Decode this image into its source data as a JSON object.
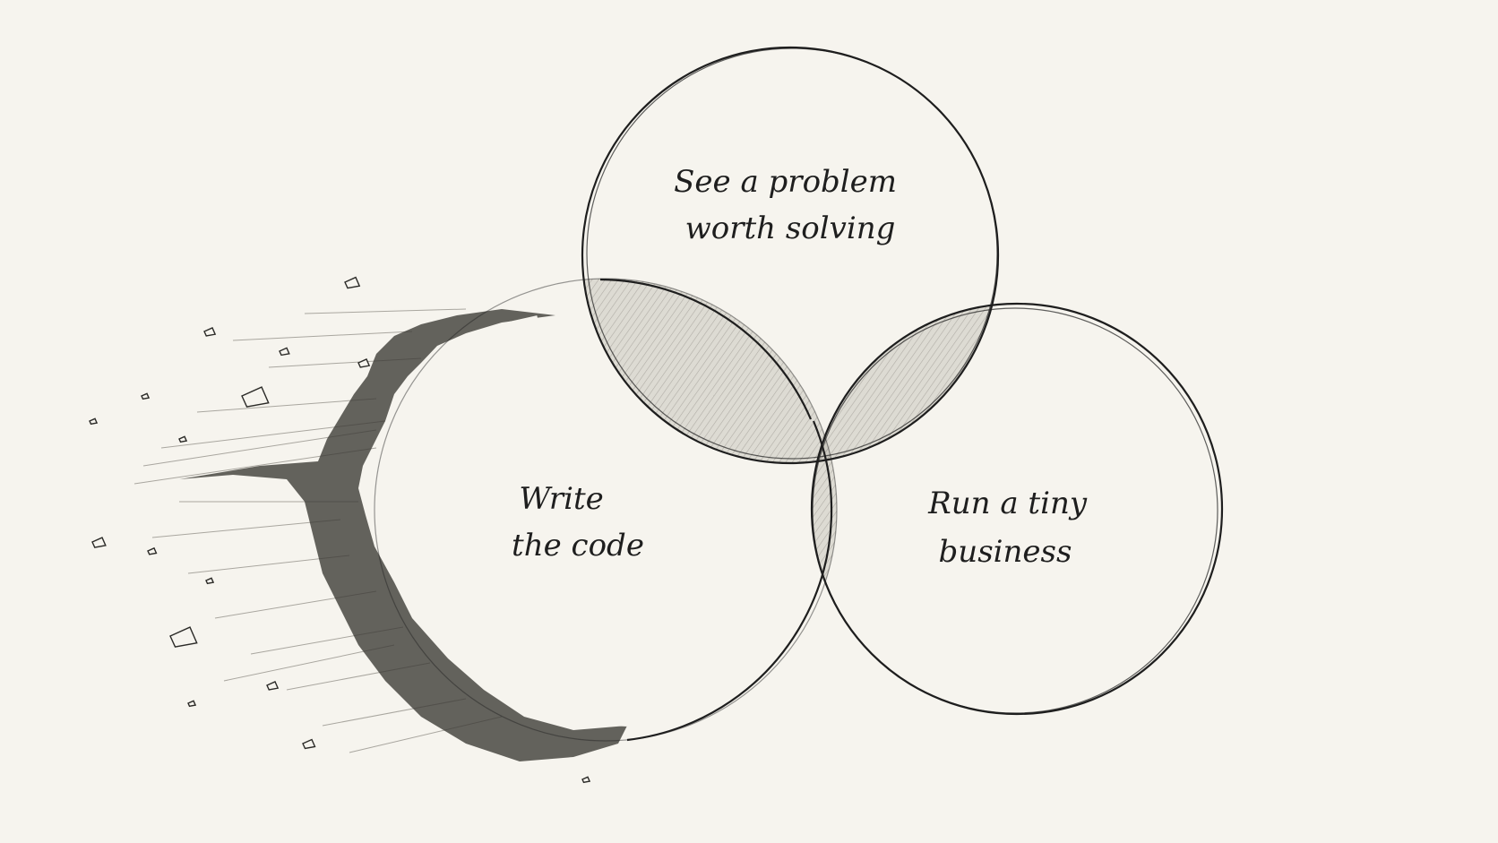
{
  "diagram": {
    "type": "venn",
    "sets": [
      {
        "id": "problem",
        "lines": [
          "See a problem",
          "worth solving"
        ]
      },
      {
        "id": "code",
        "lines": [
          "Write",
          "the code"
        ]
      },
      {
        "id": "business",
        "lines": [
          "Run a tiny",
          "business"
        ]
      }
    ],
    "style": {
      "paper": "#f6f4ee",
      "ink": "#1e1e1e",
      "overlap_shade": "#bdbab2"
    }
  }
}
